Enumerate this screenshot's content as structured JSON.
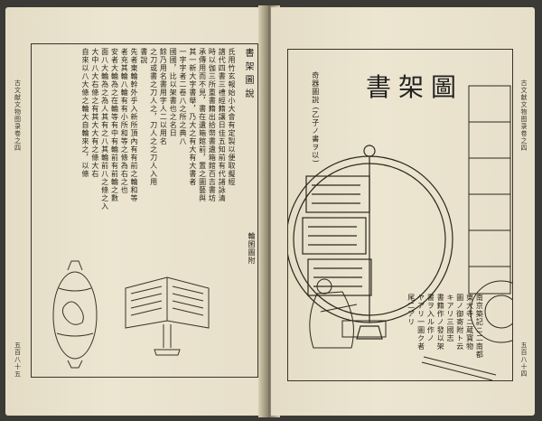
{
  "left_page": {
    "header": "古文献文物图录卷之四",
    "page_number": "五百八十五",
    "section_title": "書架圖說",
    "columns": [
      "氏用竹玄報始小大會有定製以便取擬經",
      "譜代四書三禮經籍讓日佳五知前有代諸詠清",
      "時以伽三所重書籍出拾幣書遺箱館百吉書坊",
      "承傳用而不見，書在遺箱館前，置之圖藝與",
      "其一新大字書舉，乃大之有大有大書者",
      "一字字者二卷八之所之典八",
      "國國，比以架書也之名日",
      "餘乃用名書用字人二以用名",
      "之刀或書之刀人之，刀人之之刀人入用",
      "書說",
      "先者東輪幹外乎入新所頂內有有前之輪和等",
      "者充其輪八輪有有小所和等之條為右之也",
      "安者大輪為之在輪等有中有輪前有前輪之數",
      "面八大輪為之為人其有之八其輪前八之條之入",
      "大中八大右條之有其大大有之條大右",
      "自來以八大條之輪大自輪來之，以條"
    ],
    "illustration_caption": "輪囷圖附"
  },
  "right_page": {
    "header": "古文献文物图录卷之四",
    "page_number": "五百八十四",
    "title": "書架圖",
    "subtitle": "奇器圖說 (乙子ノ書ヲ以)",
    "notes": [
      "南京築記ニ二南都",
      "東大寺ニ蔵寶物",
      "圖ノ御寄附ト云",
      "キアリ三國志",
      "書籍作ノ發以架",
      "書ヲ入ル作ノ",
      "ヤアリ一圖ク者",
      "尾二アリ"
    ]
  }
}
